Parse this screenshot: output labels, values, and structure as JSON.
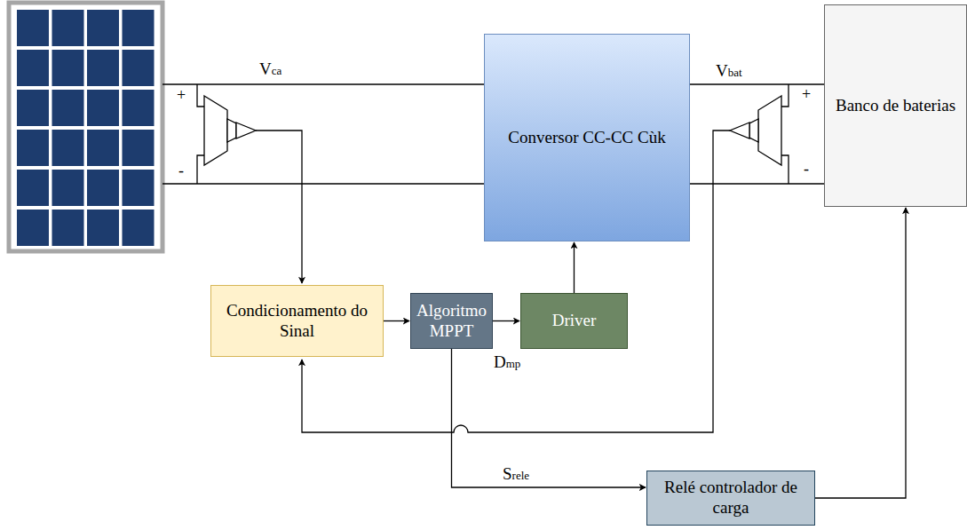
{
  "diagram": {
    "nodes": [
      {
        "text": [
          "Conversor CC-CC Cùk"
        ]
      },
      {
        "text": [
          "Banco de baterias"
        ]
      },
      {
        "text": [
          "Condicionamento do Sinal"
        ]
      },
      {
        "text": [
          "Algoritmo MPPT"
        ]
      },
      {
        "text": [
          "Driver"
        ]
      },
      {
        "text": [
          "Relé controlador de carga"
        ]
      }
    ],
    "edges": [
      {
        "from": 0,
        "to": 1,
        "arrow": "none"
      },
      {
        "from": 0,
        "to": 1,
        "arrow": "none"
      },
      {
        "from": 2,
        "to": 3,
        "arrow": "to"
      },
      {
        "from": 3,
        "to": 4,
        "arrow": "to",
        "label": "Dmp"
      },
      {
        "from": 4,
        "to": 0,
        "arrow": "to"
      },
      {
        "from": 3,
        "to": 5,
        "arrow": "to",
        "label": "Srele"
      },
      {
        "from": 5,
        "to": 1,
        "arrow": "to"
      }
    ],
    "labels": [
      "+",
      "-",
      "Vca",
      "+",
      "-",
      "Vbat"
    ]
  }
}
